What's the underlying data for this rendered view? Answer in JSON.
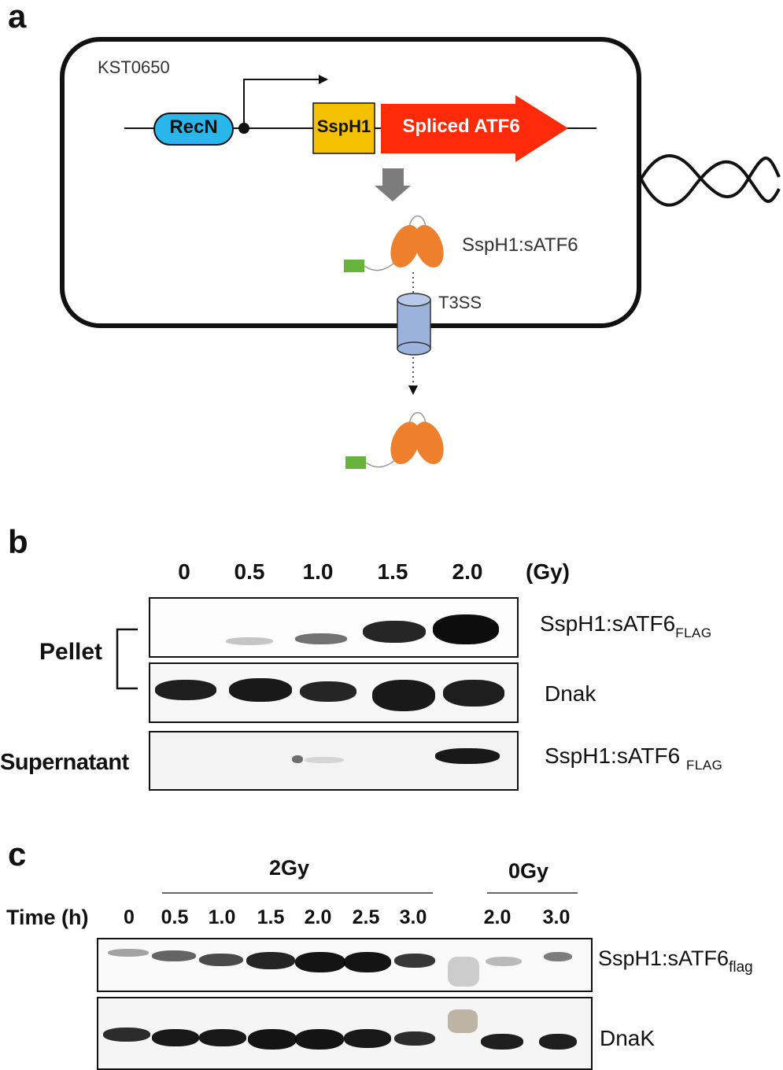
{
  "panel_a": {
    "letter": "a",
    "strain": "KST0650",
    "promoter_box": "RecN",
    "gene1": "SspH1",
    "gene2": "Spliced ATF6",
    "fusion_protein": "SspH1:sATF6",
    "secretion_system": "T3SS",
    "colors": {
      "recn": "#29b6ea",
      "ssph1": "#f5c000",
      "atf6": "#ff2a0a",
      "protein": "#ee7f2c",
      "tag": "#68b33c",
      "t3ss": "#9db1dd"
    }
  },
  "panel_b": {
    "letter": "b",
    "doses": [
      "0",
      "0.5",
      "1.0",
      "1.5",
      "2.0"
    ],
    "dose_unit": "(Gy)",
    "group_pellet": "Pellet",
    "group_supernatant": "Supernatant",
    "blot1_label": "SspH1:sATF6",
    "blot1_tag": "FLAG",
    "blot2_label": "Dnak",
    "blot3_label": "SspH1:sATF6",
    "blot3_tag": "FLAG"
  },
  "panel_c": {
    "letter": "c",
    "group_irradiated": "2Gy",
    "group_control": "0Gy",
    "time_label": "Time (h)",
    "times_irradiated": [
      "0",
      "0.5",
      "1.0",
      "1.5",
      "2.0",
      "2.5",
      "3.0"
    ],
    "times_control": [
      "2.0",
      "3.0"
    ],
    "blot1_label": "SspH1:sATF6",
    "blot1_tag": "flag",
    "blot2_label": "DnaK"
  }
}
